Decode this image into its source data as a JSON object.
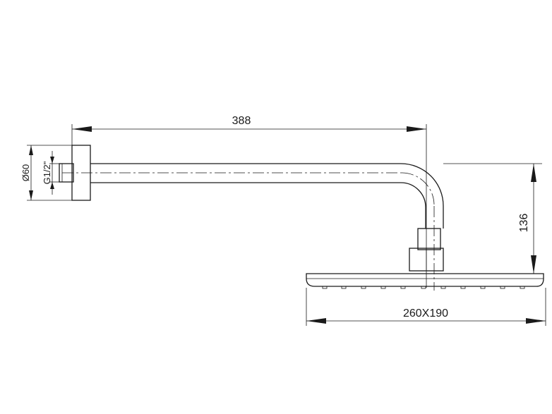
{
  "dimensions": {
    "arm_length": "388",
    "drop_height": "136",
    "head_size": "260X190",
    "flange_diameter": "Ø60",
    "thread_size": "G1/2\""
  }
}
